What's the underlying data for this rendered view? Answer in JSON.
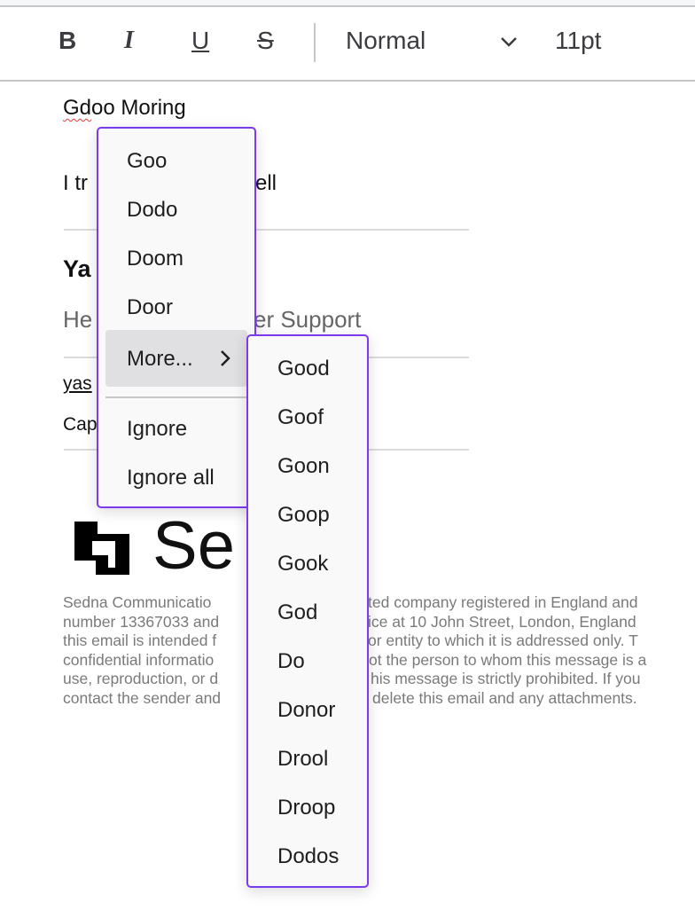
{
  "toolbar": {
    "bold": "B",
    "italic": "I",
    "underline": "U",
    "strike": "S",
    "style_value": "Normal",
    "size_value": "11pt"
  },
  "email": {
    "line1": "Gdoo Moring",
    "line1_a": "Gd",
    "line1_b": "oo Moring",
    "line2_a": "I tr",
    "line2_b": "ell",
    "name_partial": "Ya",
    "title_a": "He",
    "title_b": "er Support",
    "email_partial": "yas",
    "company_partial": "Cap",
    "logo_text": "Se",
    "disclaimer": [
      [
        "Sedna Communicatio",
        "ted company registered in England and"
      ],
      [
        "number 13367033 and",
        "ice at 10 John Street, London, England"
      ],
      [
        "this email is intended f",
        "or entity to which it is addressed only. T"
      ],
      [
        "confidential informatio",
        "ot the person to whom this message is a"
      ],
      [
        "use, reproduction, or d",
        "his message is strictly prohibited. If you"
      ],
      [
        "contact the sender and",
        "delete this email and any attachments."
      ]
    ]
  },
  "spell_menu": {
    "suggestions": [
      "Goo",
      "Dodo",
      "Doom",
      "Door"
    ],
    "more_label": "More...",
    "ignore": "Ignore",
    "ignore_all": "Ignore all",
    "more_suggestions": [
      "Good",
      "Goof",
      "Goon",
      "Goop",
      "Gook",
      "God",
      "Do",
      "Donor",
      "Drool",
      "Droop",
      "Dodos"
    ]
  },
  "colors": {
    "menu_border": "#7c3aed",
    "highlight": "#e0e0e3",
    "spell_error": "#e53935"
  }
}
